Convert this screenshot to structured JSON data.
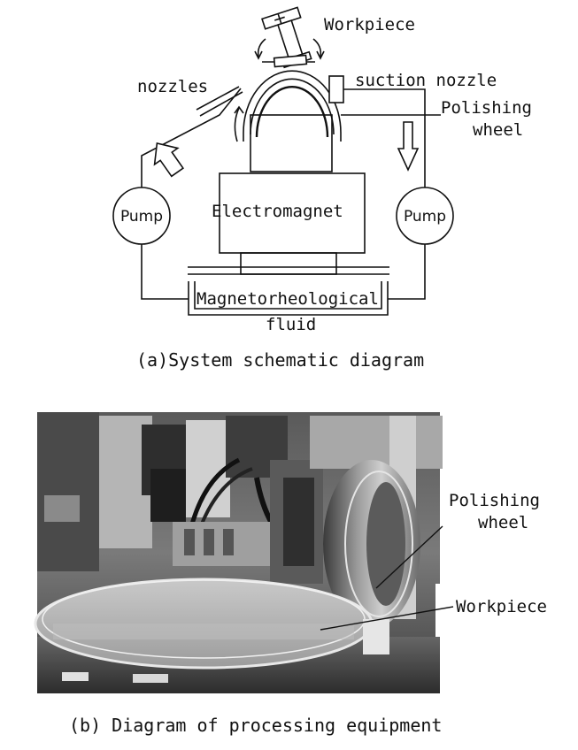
{
  "figure_a": {
    "labels": {
      "workpiece": "Workpiece",
      "suction_nozzle": "suction nozzle",
      "nozzles": "nozzles",
      "polishing_wheel_line1": "Polishing",
      "polishing_wheel_line2": "wheel",
      "electromagnet": "Electromagnet",
      "pump_left": "Pump",
      "pump_right": "Pump",
      "mr_fluid_line1": "Magnetorheological",
      "mr_fluid_line2": "fluid"
    },
    "caption": "(a)System schematic diagram"
  },
  "figure_b": {
    "labels": {
      "polishing_wheel_line1": "Polishing",
      "polishing_wheel_line2": "wheel",
      "workpiece": "Workpiece"
    },
    "caption": "(b) Diagram of processing equipment"
  }
}
